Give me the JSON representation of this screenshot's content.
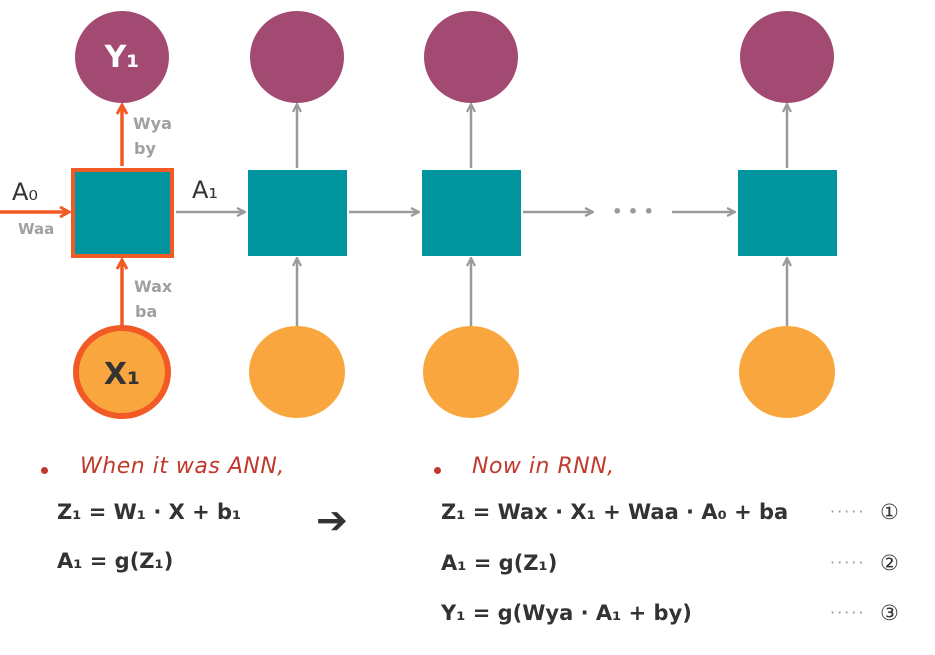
{
  "diagram": {
    "output_first": "Y₁",
    "input_first": "X₁",
    "a0_label": "A₀",
    "waa_label": "Waa",
    "a1_label": "A₁",
    "wya_label": "Wya",
    "by_label": "by",
    "wax_label": "Wax",
    "ba_label": "ba",
    "ellipsis": "• • •"
  },
  "left_panel": {
    "heading": "When it was ANN,",
    "equations": [
      "Z₁ = W₁ · X + b₁",
      "A₁ = g(Z₁)"
    ]
  },
  "arrow_glyph": "➔",
  "right_panel": {
    "heading": "Now in RNN,",
    "equations": [
      {
        "text": "Z₁ = Wax · X₁ + Waa · A₀ + ba",
        "dots": "·····",
        "num": "①"
      },
      {
        "text": "A₁ = g(Z₁)",
        "dots": "·····",
        "num": "②"
      },
      {
        "text": "Y₁ = g(Wya · A₁ + by)",
        "dots": "·····",
        "num": "③"
      }
    ]
  },
  "colors": {
    "output_node": "#a34a72",
    "input_node": "#f9a63f",
    "hidden_node": "#00959e",
    "highlight": "#f15a24",
    "arrow": "#9a9a9a",
    "label": "#a0a0a0",
    "heading": "#c0392b"
  }
}
